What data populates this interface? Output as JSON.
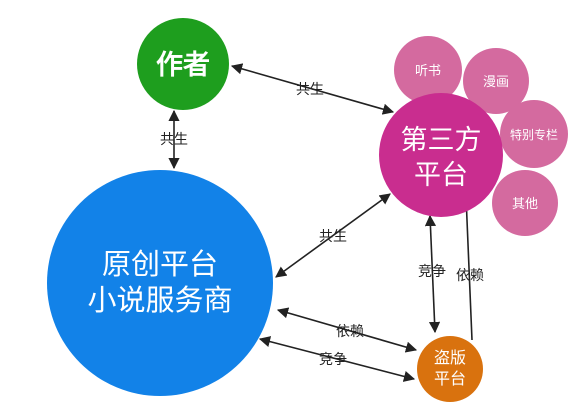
{
  "nodes": {
    "author": {
      "label": "作者",
      "color": "#1e9e1e"
    },
    "platform": {
      "line1": "原创平台",
      "line2": "小说服务商",
      "color": "#1282e8"
    },
    "third_party": {
      "line1": "第三方",
      "line2": "平台",
      "color": "#c92d8f"
    },
    "piracy": {
      "line1": "盗版",
      "line2": "平台",
      "color": "#d9720e"
    }
  },
  "sub_nodes": {
    "color": "#d46a9f",
    "items": [
      {
        "label": "听书"
      },
      {
        "label": "漫画"
      },
      {
        "label": "特别专栏"
      },
      {
        "label": "其他"
      }
    ]
  },
  "edges": {
    "author_third_party": "共生",
    "author_platform": "共生",
    "platform_third_party": "共生",
    "third_party_to_piracy": "竞争",
    "piracy_to_third_party": "依赖",
    "piracy_to_platform": "依赖",
    "platform_to_piracy": "竞争"
  }
}
